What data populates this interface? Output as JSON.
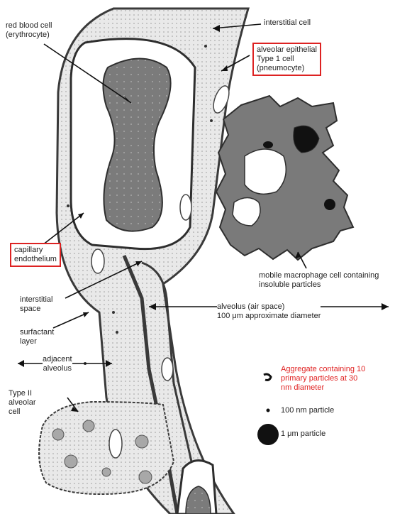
{
  "labels": {
    "rbc": [
      "red blood cell",
      "(erythrocyte)"
    ],
    "interstitial_cell": "interstitial cell",
    "type1": [
      "alveolar epithelial",
      "Type 1 cell",
      "(pneumocyte)"
    ],
    "capillary_endothelium": [
      "capillary",
      "endothelium"
    ],
    "macrophage": [
      "mobile macrophage cell containing",
      "insoluble particles"
    ],
    "interstitial_space": [
      "interstitial",
      "space"
    ],
    "alveolus": [
      "alveolus (air space)",
      "100 μm approximate diameter"
    ],
    "surfactant": [
      "surfactant",
      "layer"
    ],
    "adjacent_alveolus": [
      "adjacent",
      "alveolus"
    ],
    "type2": [
      "Type II",
      "alveolar",
      "cell"
    ]
  },
  "legend": {
    "aggregate": [
      "Aggregate containing 10",
      "primary particles at 30",
      "nm  diameter"
    ],
    "particle_100nm": "100 nm particle",
    "particle_1um": "1 μm particle",
    "aggregate_color": "#e02222"
  },
  "colors": {
    "membrane_dark": "#3a3a3a",
    "tissue_light": "#e4e4e4",
    "cell_gray": "#7a7a7a",
    "accent_red": "#d22222"
  }
}
